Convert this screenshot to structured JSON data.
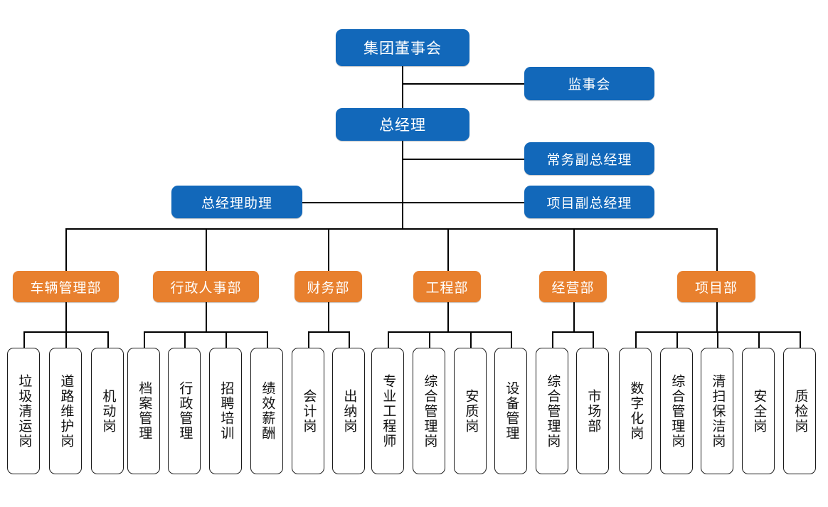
{
  "colors": {
    "executive_blue": "#1268BA",
    "department_orange": "#E8802E",
    "line": "#000000",
    "leaf_border": "#1a1a1a",
    "background": "#FFFFFF"
  },
  "chart_title": "",
  "executives": {
    "board": "集团董事会",
    "supervisory_board": "监事会",
    "general_manager": "总经理",
    "executive_vice_gm": "常务副总经理",
    "project_vice_gm": "项目副总经理",
    "gm_assistant": "总经理助理"
  },
  "departments": [
    {
      "name": "车辆管理部",
      "positions": [
        "垃圾清运岗",
        "道路维护岗",
        "机动岗"
      ]
    },
    {
      "name": "行政人事部",
      "positions": [
        "档案管理",
        "行政管理",
        "招聘培训",
        "绩效薪酬"
      ]
    },
    {
      "name": "财务部",
      "positions": [
        "会计岗",
        "出纳岗"
      ]
    },
    {
      "name": "工程部",
      "positions": [
        "专业工程师",
        "综合管理岗",
        "安质岗",
        "设备管理"
      ]
    },
    {
      "name": "经营部",
      "positions": [
        "综合管理岗",
        "市场部"
      ]
    },
    {
      "name": "项目部",
      "positions": [
        "数字化岗",
        "综合管理岗",
        "清扫保洁岗",
        "安全岗",
        "质检岗"
      ]
    }
  ]
}
